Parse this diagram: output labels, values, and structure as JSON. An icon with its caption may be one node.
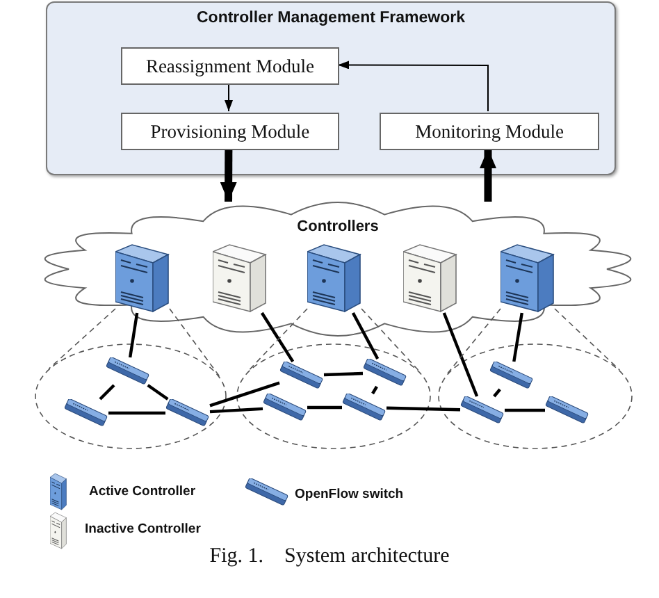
{
  "diagram": {
    "caption": "Fig. 1.    System architecture",
    "nodes": [
      {
        "text": [
          "Controller Management Framework"
        ]
      },
      {
        "text": [
          "Reassignment Module"
        ],
        "in": 0
      },
      {
        "text": [
          "Provisioning Module"
        ],
        "in": 0
      },
      {
        "text": [
          "Monitoring Module"
        ],
        "in": 0
      },
      {
        "text": [
          "Controllers"
        ]
      },
      {
        "text": [],
        "shape": "server",
        "in": 4
      },
      {
        "text": [],
        "shape": "server",
        "in": 4
      },
      {
        "text": [],
        "shape": "server",
        "in": 4
      },
      {
        "text": [],
        "shape": "server",
        "in": 4
      },
      {
        "text": [],
        "shape": "server",
        "in": 4
      },
      {
        "text": [],
        "shape": "ellipse"
      },
      {
        "text": [],
        "shape": "ellipse"
      },
      {
        "text": [],
        "shape": "ellipse"
      },
      {
        "text": [],
        "shape": "switch",
        "in": 10
      },
      {
        "text": [],
        "shape": "switch",
        "in": 10
      },
      {
        "text": [],
        "shape": "switch",
        "in": 10
      },
      {
        "text": [],
        "shape": "switch",
        "in": 11
      },
      {
        "text": [],
        "shape": "switch",
        "in": 11
      },
      {
        "text": [],
        "shape": "switch",
        "in": 11
      },
      {
        "text": [],
        "shape": "switch",
        "in": 11
      },
      {
        "text": [],
        "shape": "switch",
        "in": 12
      },
      {
        "text": [],
        "shape": "switch",
        "in": 12
      },
      {
        "text": [],
        "shape": "switch",
        "in": 12
      }
    ],
    "edges": [
      {
        "from": 1,
        "to": 2,
        "arrow": "to"
      },
      {
        "from": 3,
        "to": 1,
        "arrow": "to"
      },
      {
        "from": 2,
        "to": 4,
        "arrow": "to",
        "style": "thick"
      },
      {
        "from": 4,
        "to": 3,
        "arrow": "to",
        "style": "thick"
      },
      {
        "from": 5,
        "to": 13,
        "arrow": "none"
      },
      {
        "from": 6,
        "to": 16,
        "arrow": "none"
      },
      {
        "from": 7,
        "to": 17,
        "arrow": "none"
      },
      {
        "from": 8,
        "to": 21,
        "arrow": "none"
      },
      {
        "from": 9,
        "to": 20,
        "arrow": "none"
      },
      {
        "from": 13,
        "to": 14,
        "arrow": "none"
      },
      {
        "from": 13,
        "to": 15,
        "arrow": "none"
      },
      {
        "from": 14,
        "to": 15,
        "arrow": "none"
      },
      {
        "from": 15,
        "to": 16,
        "arrow": "none"
      },
      {
        "from": 15,
        "to": 18,
        "arrow": "none"
      },
      {
        "from": 18,
        "to": 19,
        "arrow": "none"
      },
      {
        "from": 19,
        "to": 21,
        "arrow": "none"
      },
      {
        "from": 21,
        "to": 22,
        "arrow": "none"
      },
      {
        "from": 16,
        "to": 17,
        "arrow": "none"
      },
      {
        "from": 17,
        "to": 19,
        "arrow": "none"
      },
      {
        "from": 21,
        "to": 20,
        "arrow": "none"
      },
      {
        "from": 5,
        "to": 10,
        "arrow": "none",
        "style": "dashed"
      },
      {
        "from": 5,
        "to": 10,
        "arrow": "none",
        "style": "dashed"
      },
      {
        "from": 7,
        "to": 11,
        "arrow": "none",
        "style": "dashed"
      },
      {
        "from": 7,
        "to": 11,
        "arrow": "none",
        "style": "dashed"
      },
      {
        "from": 9,
        "to": 12,
        "arrow": "none",
        "style": "dashed"
      },
      {
        "from": 9,
        "to": 12,
        "arrow": "none",
        "style": "dashed"
      }
    ],
    "legend": [
      {
        "text": "Active Controller"
      },
      {
        "text": "Inactive Controller"
      },
      {
        "text": "OpenFlow switch"
      }
    ]
  }
}
